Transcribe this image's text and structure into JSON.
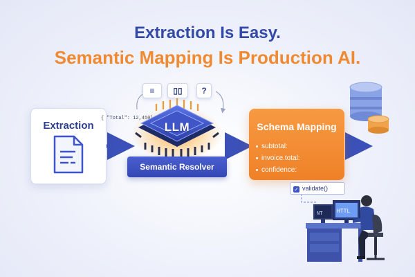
{
  "headline": {
    "line1": "Extraction Is Easy.",
    "line2": "Semantic Mapping Is Production AI."
  },
  "extraction": {
    "title": "Extraction",
    "json_snippet": "{ \"Total\": 12,450}"
  },
  "llm": {
    "chip_label": "LLM",
    "resolver_label": "Semantic Resolver",
    "bubbles": [
      "≡",
      "▯▯",
      "?"
    ]
  },
  "schema": {
    "title": "Schema Mapping",
    "fields": [
      "subtotal:",
      "invoice.total:",
      "confidence:"
    ],
    "validate_label": "validate()"
  },
  "workstation": {
    "monitor_left_text": "NT",
    "monitor_right_text": "HTTL"
  },
  "colors": {
    "primary_blue": "#3249a8",
    "accent_orange": "#f08a32",
    "database_blue": "#7f9be0",
    "database_orange": "#f2a24a"
  },
  "icons": [
    "document-icon",
    "chip-icon",
    "database-icon",
    "arrow-icon",
    "check-icon",
    "person-icon",
    "monitor-icon"
  ]
}
